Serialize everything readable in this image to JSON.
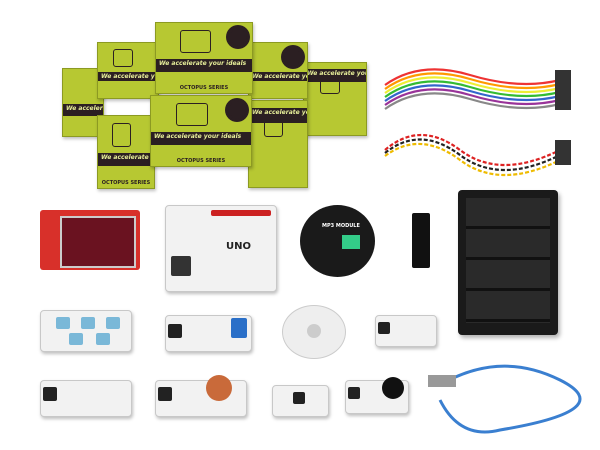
{
  "boxes": {
    "slogan": "We accelerate your ideals",
    "series": "OCTOPUS SERIES"
  },
  "boards": {
    "uno_label": "UNO",
    "mp3_label": "MP3 MODULE"
  },
  "colors": {
    "box_green": "#b7c832",
    "box_dark": "#2b1f22",
    "lcd_red": "#d8302a",
    "usb_blue": "#3a7fd0",
    "battery_black": "#1a1a1a"
  }
}
